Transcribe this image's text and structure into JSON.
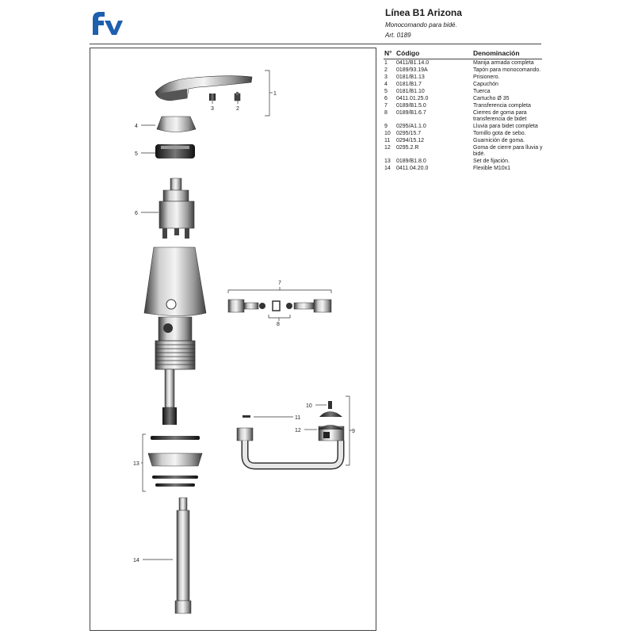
{
  "header": {
    "logo_text": "fv",
    "title": "Línea B1 Arizona",
    "subtitle": "Monocomando para bidé.",
    "article": "Art. 0189"
  },
  "table": {
    "col_num": "N°",
    "col_code": "Código",
    "col_desc": "Denominación",
    "rows": [
      {
        "n": "1",
        "code": "0411/B1.14.0",
        "desc": "Manija armada completa"
      },
      {
        "n": "2",
        "code": "0189/93.19A",
        "desc": "Tapón para monocomando."
      },
      {
        "n": "3",
        "code": "0181/B1.13",
        "desc": "Prisionero."
      },
      {
        "n": "4",
        "code": "0181/B1.7",
        "desc": "Capuchón"
      },
      {
        "n": "5",
        "code": "0181/B1.10",
        "desc": "Tuerca"
      },
      {
        "n": "6",
        "code": "0411.01.25.0",
        "desc": "Cartucho Ø 35"
      },
      {
        "n": "7",
        "code": "0189/B1.5.0",
        "desc": "Transferencia completa"
      },
      {
        "n": "8",
        "code": "0189/B1.6.7",
        "desc": "Cierres de goma para transferencia de bidet"
      },
      {
        "n": "9",
        "code": "0295/A1.1.0",
        "desc": "Lluvia para bidet completa"
      },
      {
        "n": "10",
        "code": "0295/15.7",
        "desc": "Tornillo gota de sebo."
      },
      {
        "n": "11",
        "code": "0294/15.12",
        "desc": "Guarnición de goma."
      },
      {
        "n": "12",
        "code": "0295.2.R",
        "desc": "Goma de cierre para lluvia y bidé."
      },
      {
        "n": "13",
        "code": "0189/B1.8.0",
        "desc": "Set de fijación."
      },
      {
        "n": "14",
        "code": "0411.04.20.0",
        "desc": "Flexible M10x1"
      }
    ]
  },
  "callouts": {
    "c1": "1",
    "c2": "2",
    "c3": "3",
    "c4": "4",
    "c5": "5",
    "c6": "6",
    "c7": "7",
    "c8": "8",
    "c9": "9",
    "c10": "10",
    "c11": "11",
    "c12": "12",
    "c13": "13",
    "c14": "14"
  }
}
